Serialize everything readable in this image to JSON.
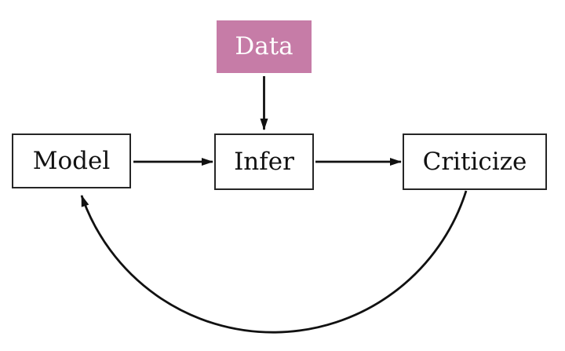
{
  "diagram": {
    "description": "Box's loop flow diagram: Data feeds Infer; Model leads to Infer leads to Criticize; Criticize loops back to Model via a curved arrow below",
    "nodes": {
      "data": {
        "label": "Data"
      },
      "model": {
        "label": "Model"
      },
      "infer": {
        "label": "Infer"
      },
      "criticize": {
        "label": "Criticize"
      }
    },
    "edges": [
      {
        "from": "Data",
        "to": "Infer",
        "style": "straight-down"
      },
      {
        "from": "Model",
        "to": "Infer",
        "style": "straight-right"
      },
      {
        "from": "Infer",
        "to": "Criticize",
        "style": "straight-right"
      },
      {
        "from": "Criticize",
        "to": "Model",
        "style": "curved-loop-below"
      }
    ],
    "colors": {
      "background": "#ffffff",
      "box_fill": "#ffffff",
      "box_border": "#262626",
      "arrow": "#111111",
      "data_box_fill": "#c67ca7",
      "data_box_text": "#ffffff"
    }
  }
}
